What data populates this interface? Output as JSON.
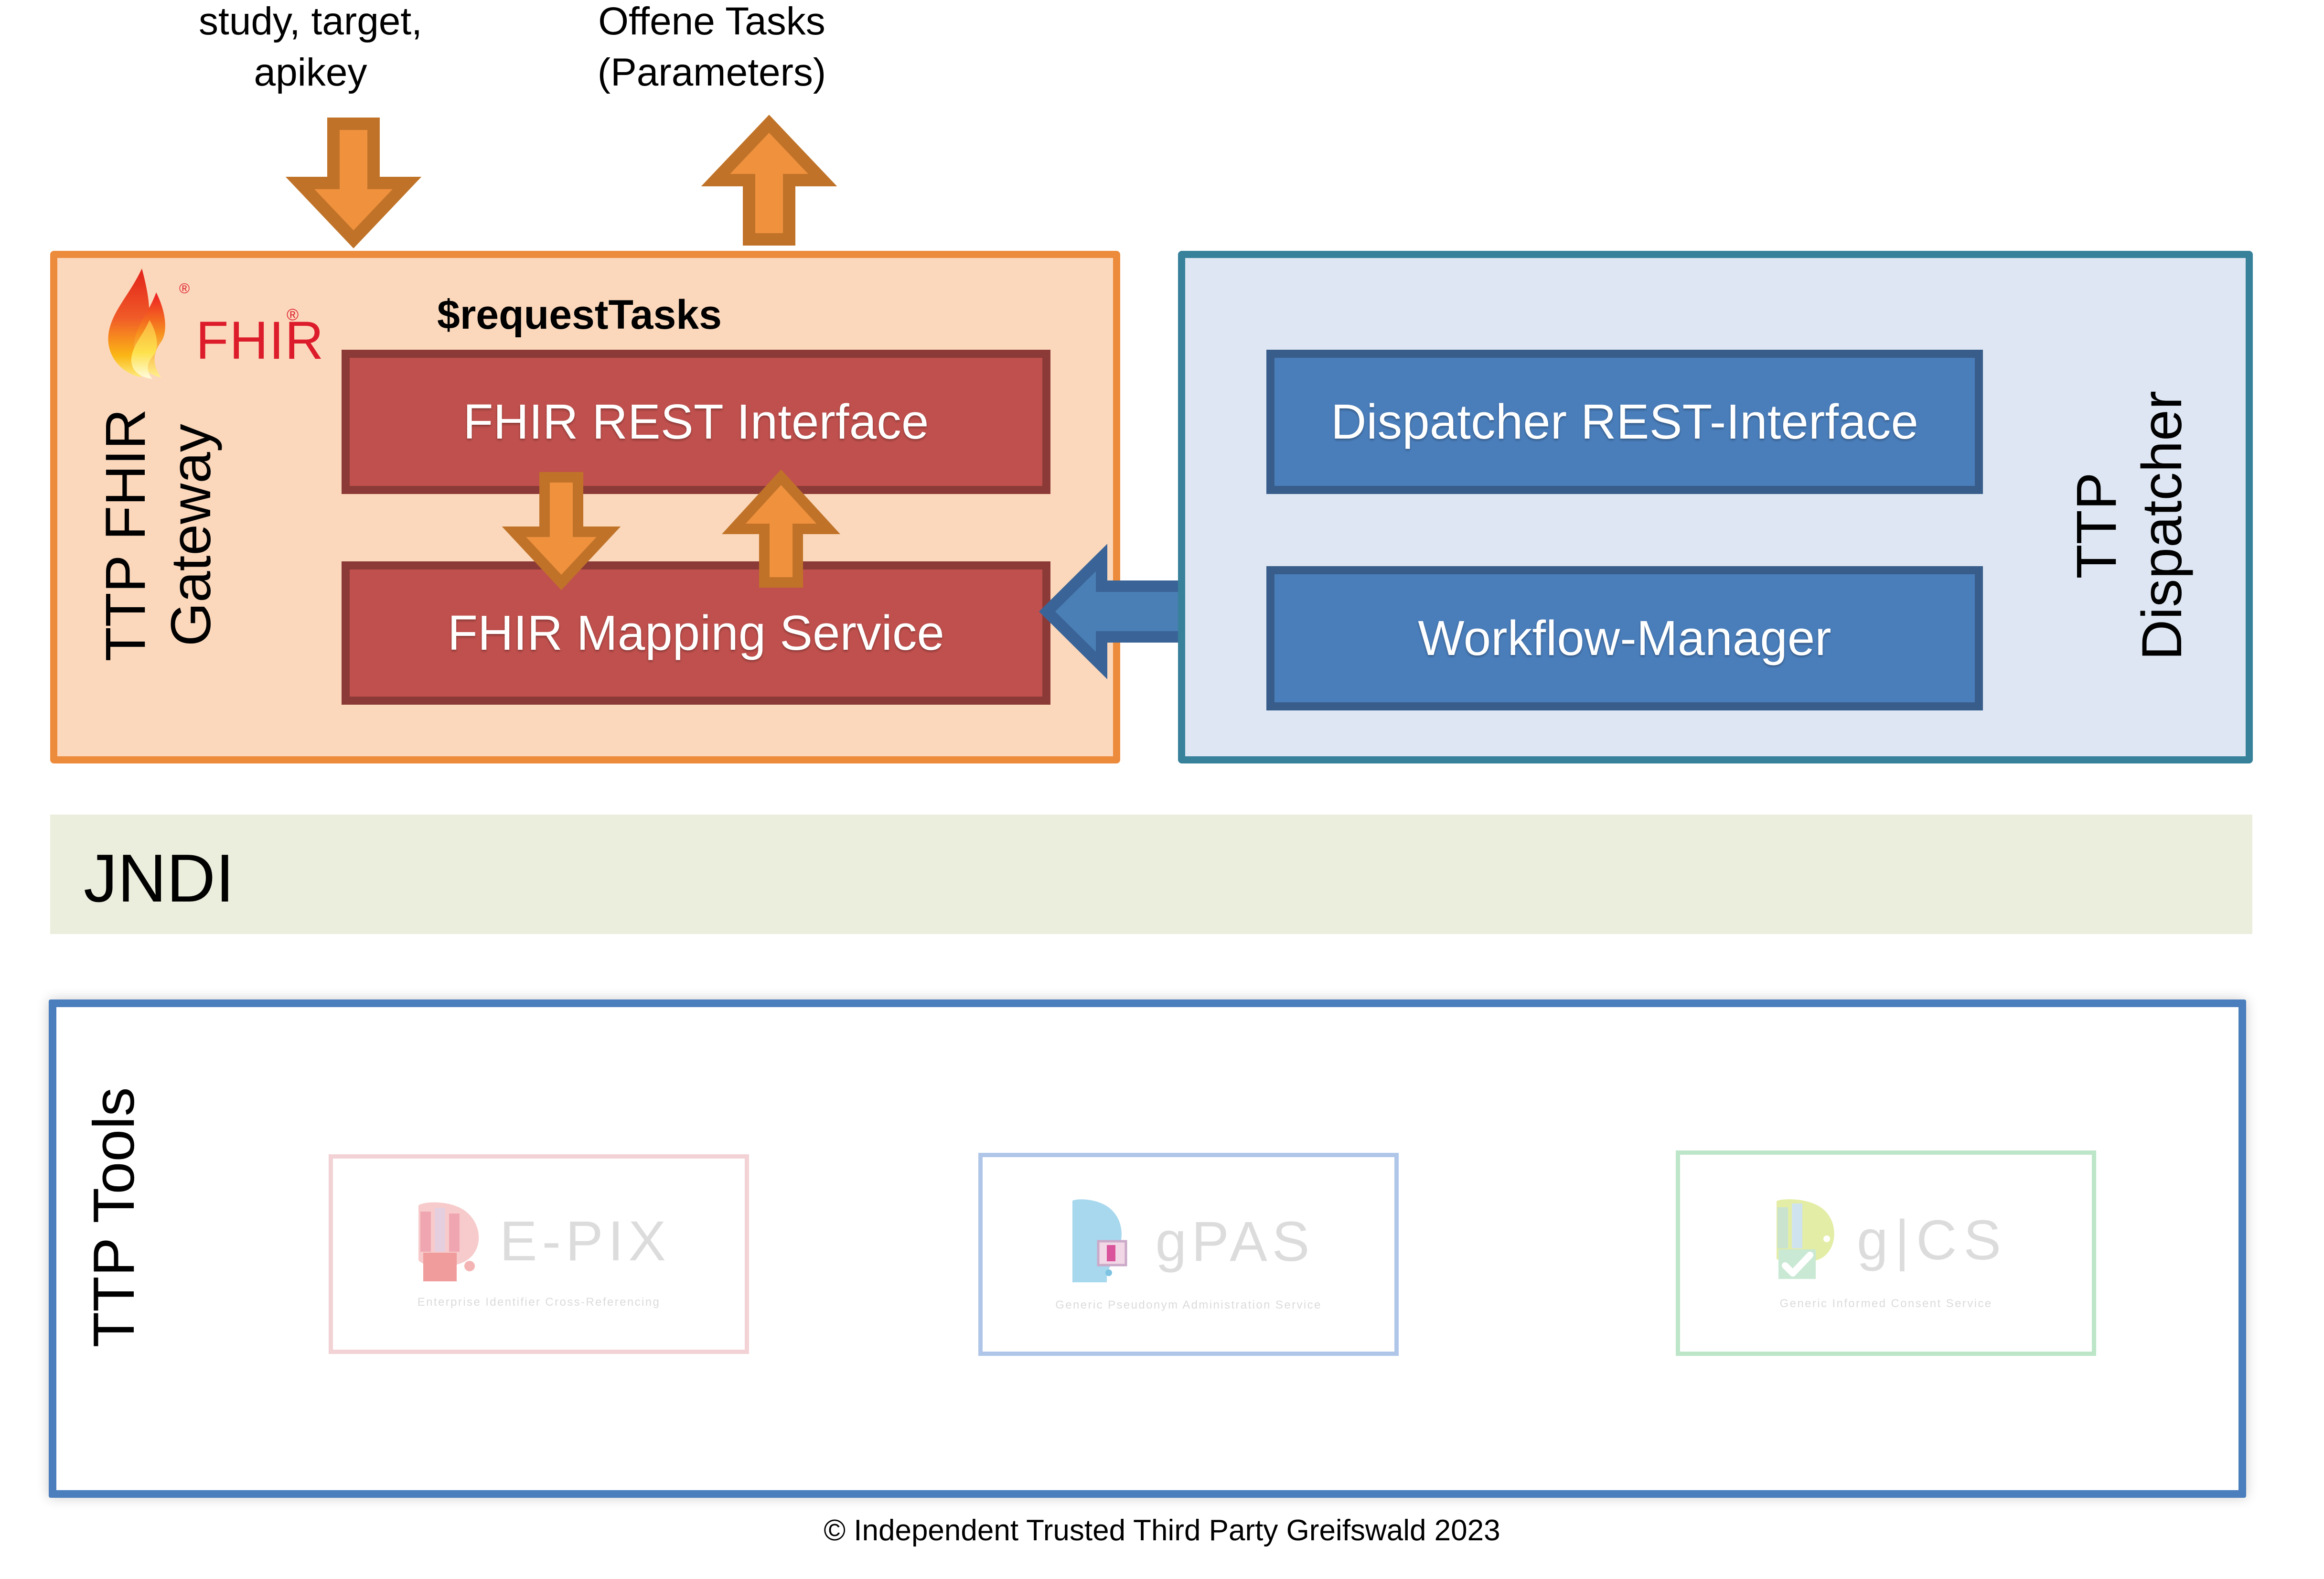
{
  "diagram": {
    "title": "TTP FHIR Gateway Architecture",
    "colors": {
      "gateway_border": "#ED8B3C",
      "gateway_fill": "#FBD8BC",
      "dispatcher_border": "#37819A",
      "dispatcher_fill": "#DDE6F2",
      "service_red_fill": "#C0504D",
      "service_red_border": "#8C3A37",
      "service_blue_fill": "#4A7EBB",
      "service_blue_border": "#385D8A",
      "arrow_orange_fill": "#F0913E",
      "arrow_orange_border": "#C07328",
      "arrow_blue_fill": "#4A7FB5",
      "arrow_blue_border": "#3A6498",
      "jndi_fill": "#EBEEDD",
      "tools_border": "#4B7EBD",
      "fhir_red": "#DD1C2B"
    }
  },
  "annotations": {
    "input": "study, target,\napikey",
    "output": "Offene Tasks\n(Parameters)"
  },
  "gateway": {
    "label": "TTP FHIR\nGateway",
    "operation_label": "$requestTasks",
    "logo": {
      "word": "FHIR",
      "registered_mark": "®"
    },
    "services": [
      {
        "name": "FHIR REST Interface"
      },
      {
        "name": "FHIR Mapping Service"
      }
    ]
  },
  "dispatcher": {
    "label": "TTP\nDispatcher",
    "services": [
      {
        "name": "Dispatcher REST-Interface"
      },
      {
        "name": "Workflow-Manager"
      }
    ]
  },
  "jndi": {
    "label": "JNDI"
  },
  "tools": {
    "label": "TTP Tools",
    "items": [
      {
        "name": "E-PIX",
        "subtitle": "Enterprise Identifier Cross-Referencing",
        "border_color": "#F2D2D5",
        "word_color": "#DCDCDC",
        "sub_color": "#DBDBDB",
        "icon_color": "#F3B9B9"
      },
      {
        "name": "gPAS",
        "subtitle": "Generic Pseudonym Administration Service",
        "border_color": "#AFC6E9",
        "word_color": "#DCDCDC",
        "sub_color": "#DBDBDB",
        "icon_color": "#A7D8EE"
      },
      {
        "name": "g|CS",
        "subtitle": "Generic Informed Consent Service",
        "border_color": "#BDE6C8",
        "word_color": "#DCDCDC",
        "sub_color": "#DBDBDB",
        "icon_color": "#DDE9A8"
      }
    ]
  },
  "footer": {
    "copyright": "© Independent Trusted Third Party Greifswald 2023"
  },
  "icons": {
    "arrow_down_input": "arrow-down-icon",
    "arrow_up_output": "arrow-up-icon",
    "arrow_down_internal": "arrow-down-icon",
    "arrow_up_internal": "arrow-up-icon",
    "arrow_bidirectional": "arrow-left-right-icon",
    "fhir_flame": "flame-icon"
  }
}
